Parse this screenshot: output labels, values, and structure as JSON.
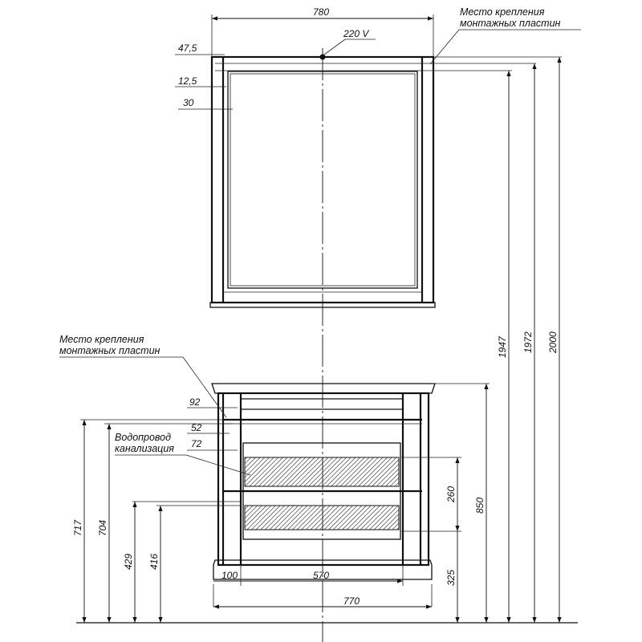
{
  "title": "Чертёж: зеркало и тумба с размерами",
  "mirror": {
    "width_label": "780",
    "power_label": "220 V",
    "offset_top_label": "47,5",
    "inner_offset_label": "12,5",
    "frame_label": "30",
    "mount_note_line1": "Место крепления",
    "mount_note_line2": "монтажных пластин"
  },
  "cabinet": {
    "mount_note_line1": "Место крепления",
    "mount_note_line2": "монтажных пластин",
    "pipes_note_line1": "Водопровод",
    "pipes_note_line2": "канализация",
    "dim_92": "92",
    "dim_52": "52",
    "dim_72": "72",
    "dim_100": "100",
    "dim_570": "570",
    "dim_770": "770",
    "dim_260": "260",
    "dim_325": "325",
    "dim_850": "850"
  },
  "heights": {
    "h_1947": "1947",
    "h_1972": "1972",
    "h_2000": "2000",
    "h_717": "717",
    "h_704": "704",
    "h_429": "429",
    "h_416": "416"
  }
}
